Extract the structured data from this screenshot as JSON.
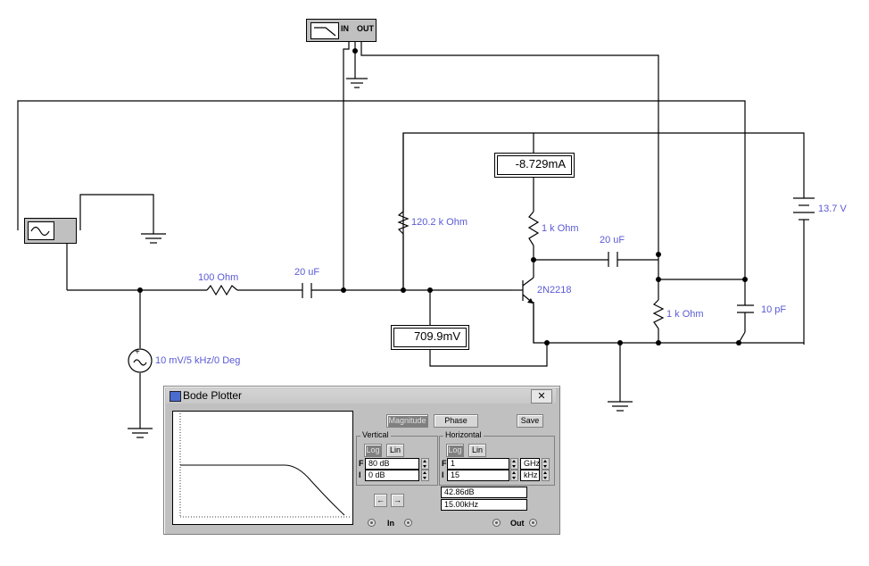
{
  "schematic": {
    "resistor_input": "100  Ohm",
    "cap_input": "20 uF",
    "resistor_bias": "120.2 k Ohm",
    "resistor_collector": "1 k Ohm",
    "cap_output": "20 uF",
    "transistor": "2N2218",
    "resistor_load": "1 k Ohm",
    "cap_load": "10 pF",
    "battery": "13.7 V",
    "source": "10 mV/5 kHz/0 Deg",
    "ammeter_reading": "-8.729mA",
    "voltmeter_reading": "709.9mV",
    "bode_icon_in": "IN",
    "bode_icon_out": "OUT"
  },
  "bode": {
    "title": "Bode Plotter",
    "close": "✕",
    "magnitude": "Magnitude",
    "phase": "Phase",
    "save": "Save",
    "vertical": "Vertical",
    "horizontal": "Horizontal",
    "log": "Log",
    "lin": "Lin",
    "v_f_label": "F",
    "v_i_label": "I",
    "v_final": "80 dB",
    "v_initial": "0 dB",
    "h_f_label": "F",
    "h_i_label": "I",
    "h_final": "1",
    "h_initial": "15",
    "h_final_unit": "GHz",
    "h_initial_unit": "kHz",
    "arrow_left": "←",
    "arrow_right": "→",
    "readout_db": "42.86dB",
    "readout_freq": "15.00kHz",
    "in_label": "In",
    "out_label": "Out"
  },
  "colors": {
    "wire": "#000000",
    "label": "#5a5ad6",
    "panel": "#c0c0c0"
  }
}
